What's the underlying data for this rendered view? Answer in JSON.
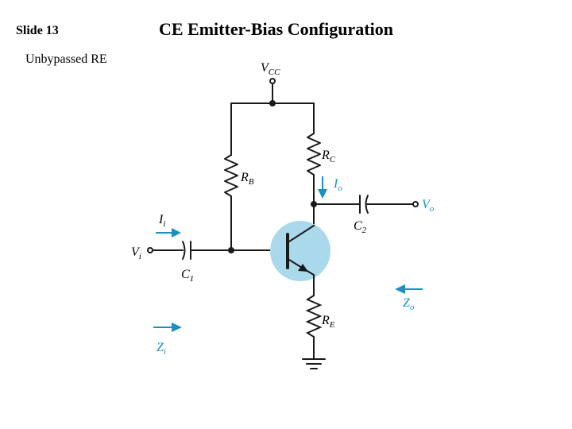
{
  "slide": {
    "label": "Slide 13",
    "title": "CE Emitter-Bias Configuration",
    "subtitle": "Unbypassed RE"
  },
  "circuit": {
    "vcc": {
      "main": "V",
      "sub": "CC"
    },
    "rc": {
      "main": "R",
      "sub": "C"
    },
    "rb": {
      "main": "R",
      "sub": "B"
    },
    "re": {
      "main": "R",
      "sub": "E"
    },
    "io": {
      "main": "I",
      "sub": "o"
    },
    "ii": {
      "main": "I",
      "sub": "i"
    },
    "vi": {
      "main": "V",
      "sub": "i"
    },
    "vo": {
      "main": "V",
      "sub": "o"
    },
    "c1": {
      "main": "C",
      "sub": "1"
    },
    "c2": {
      "main": "C",
      "sub": "2"
    },
    "zi": {
      "main": "Z",
      "sub": "i"
    },
    "zo": {
      "main": "Z",
      "sub": "o"
    }
  },
  "colors": {
    "arrow": "#1a8fc0",
    "transistor_fill": "#a9d9ea",
    "wire": "#1a1a1a"
  }
}
